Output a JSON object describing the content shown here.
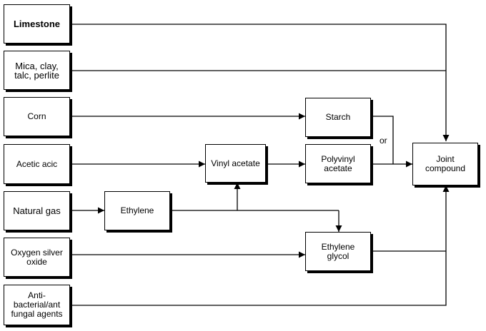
{
  "nodes": {
    "limestone": "Limestone",
    "mica": "Mica,  clay,\ntalc,  perlite",
    "corn": "Corn",
    "acetic_acid": "Acetic  acic",
    "natural_gas": "Natural gas",
    "oxygen": "Oxygen  silver\noxide",
    "antibacterial": "Anti-\nbacterial/ant\nfungal agents",
    "ethylene": "Ethylene",
    "vinyl_acetate": "Vinyl  acetate",
    "starch": "Starch",
    "polyvinyl_acetate": "Polyvinyl\nacetate",
    "ethylene_glycol": "Ethylene\nglycol",
    "joint_compound": "Joint\ncompound"
  },
  "labels": {
    "or": "or"
  }
}
